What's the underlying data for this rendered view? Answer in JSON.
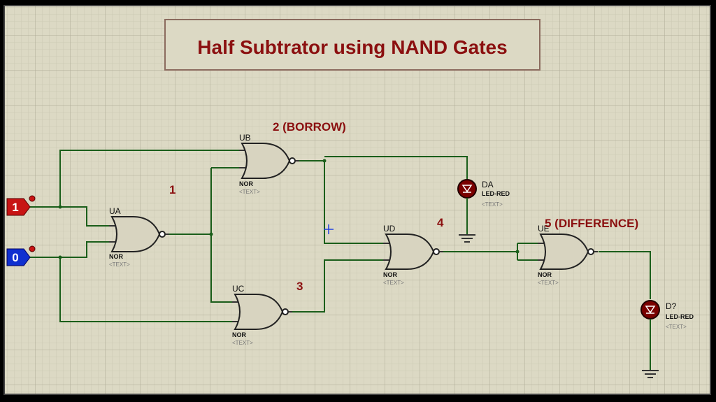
{
  "title": "Half Subtrator using NAND Gates",
  "colors": {
    "background": "#dcd9c4",
    "grid": "#c5c2ad",
    "wire": "#1a5e1a",
    "title_text": "#8b1010",
    "label_text": "#8b1010",
    "input_one": "#c81414",
    "input_zero": "#1030d0",
    "led": "#7a0000"
  },
  "inputs": [
    {
      "value": "1",
      "color": "#c81414"
    },
    {
      "value": "0",
      "color": "#1030d0"
    }
  ],
  "gates": [
    {
      "ref": "UA",
      "type": "NOR",
      "text": "<TEXT>"
    },
    {
      "ref": "UB",
      "type": "NOR",
      "text": "<TEXT>"
    },
    {
      "ref": "UC",
      "type": "NOR",
      "text": "<TEXT>"
    },
    {
      "ref": "UD",
      "type": "NOR",
      "text": "<TEXT>"
    },
    {
      "ref": "UE",
      "type": "NOR",
      "text": "<TEXT>"
    }
  ],
  "leds": [
    {
      "ref": "DA",
      "part": "LED-RED",
      "text": "<TEXT>"
    },
    {
      "ref": "D?",
      "part": "LED-RED",
      "text": "<TEXT>"
    }
  ],
  "node_labels": [
    "1",
    "2 (BORROW)",
    "3",
    "4",
    "5 (DIFFERENCE)"
  ]
}
